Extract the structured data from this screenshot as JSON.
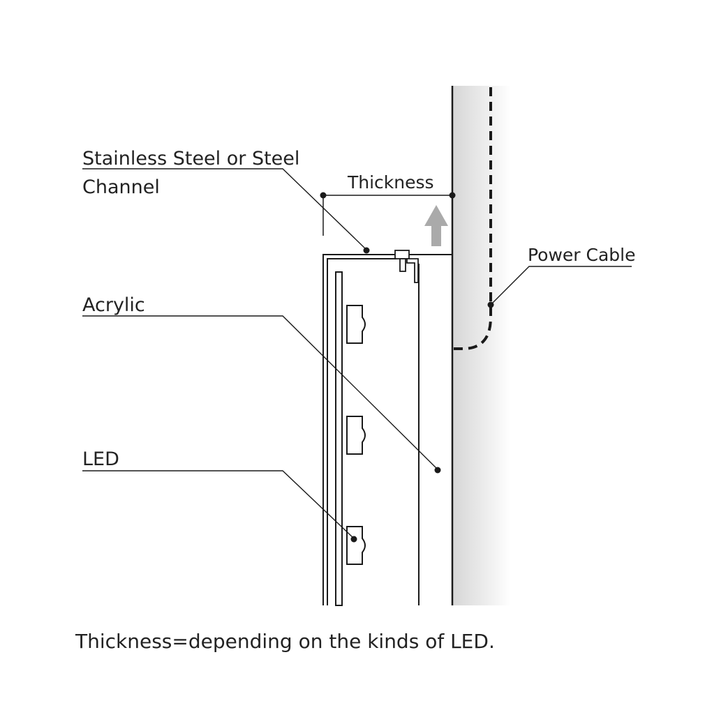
{
  "labels": {
    "channel_line1": "Stainless Steel or Steel",
    "channel_line2": "Channel",
    "thickness": "Thickness",
    "power_cable": "Power Cable",
    "acrylic": "Acrylic",
    "led": "LED"
  },
  "caption": "Thickness=depending on the kinds of LED.",
  "colors": {
    "line": "#1a1a1a",
    "text": "#222222",
    "wall_shade": "#d9d9d9",
    "arrow": "#aaaaaa"
  },
  "icons": {
    "arrow": "up-arrow-icon"
  }
}
